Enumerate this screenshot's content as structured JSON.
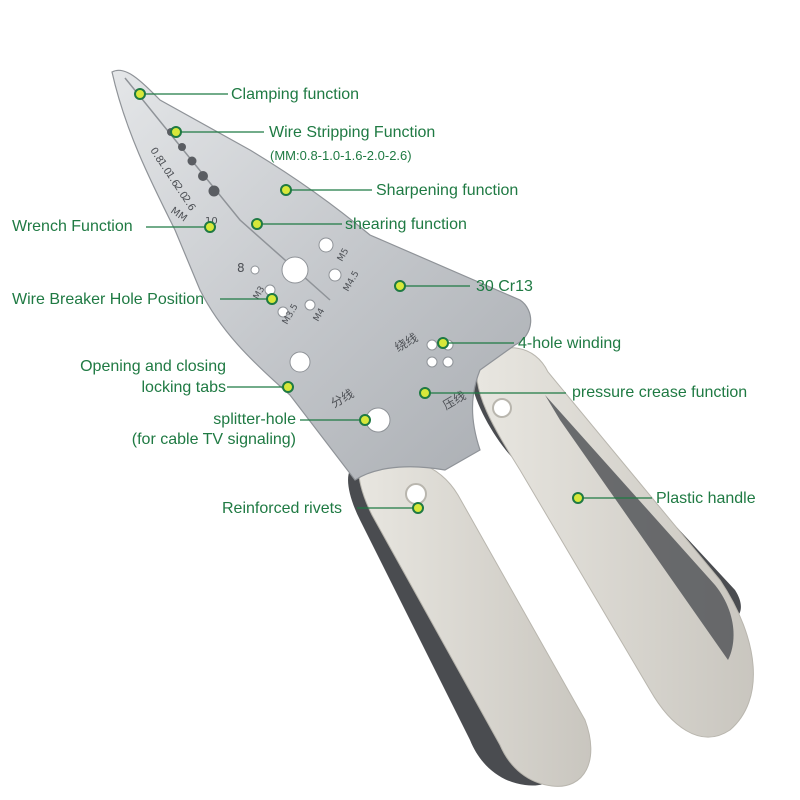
{
  "labels": {
    "clamping": "Clamping function",
    "wire_stripping": "Wire Stripping Function",
    "wire_stripping_sizes": "(MM:0.8-1.0-1.6-2.0-2.6)",
    "sharpening": "Sharpening function",
    "wrench": "Wrench Function",
    "shearing": "shearing function",
    "wire_breaker": "Wire Breaker Hole Position",
    "material": "30 Cr13",
    "opening_closing_1": "Opening and closing",
    "opening_closing_2": "locking tabs",
    "four_hole": "4-hole winding",
    "pressure_crease": "pressure crease function",
    "splitter_hole": "splitter-hole",
    "splitter_note": "(for cable TV signaling)",
    "reinforced_rivets": "Reinforced rivets",
    "plastic_handle": "Plastic handle"
  },
  "engravings": {
    "sizes": [
      "0.8",
      "1.0",
      "1.6",
      "2.0",
      "2.6"
    ],
    "mm": "MM",
    "wrench_mark": "10",
    "hole_8": "8",
    "m5": "M5",
    "m3": "M3",
    "m35": "M3.5",
    "m4": "M4",
    "m45": "M4.5",
    "winding_cn": "绕线",
    "split_cn": "分线",
    "crimp_cn": "压线"
  },
  "colors": {
    "label_text": "#1f7a43",
    "callout_line": "#1f7a43",
    "dot_fill": "#d7e83a",
    "dot_ring": "#1f7a43",
    "steel": "#c9ccd0",
    "handle_grey": "#d7d5cf",
    "handle_dark": "#4a4c50"
  }
}
